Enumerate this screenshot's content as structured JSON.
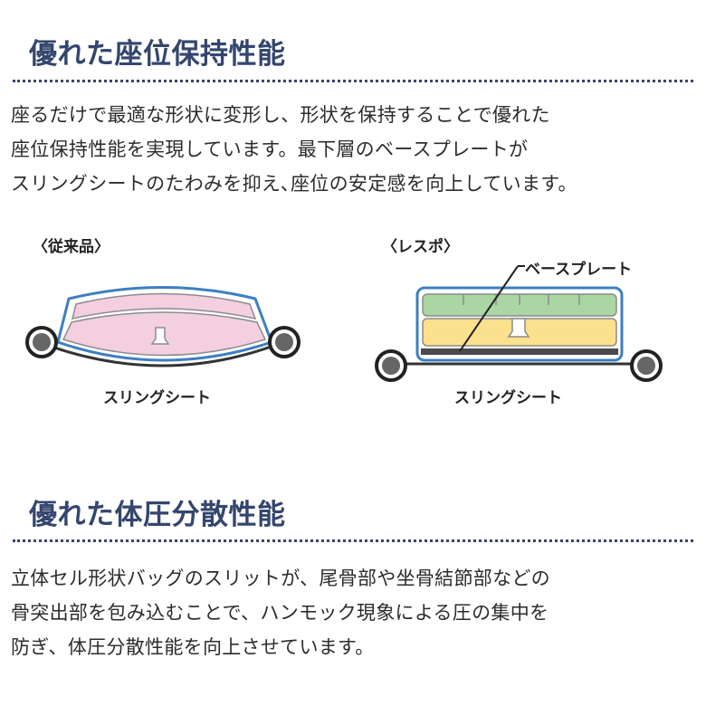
{
  "section1": {
    "heading": "優れた座位保持性能",
    "lines": [
      "座るだけで最適な形状に変形し、形状を保持することで優れた",
      "座位保持性能を実現しています。最下層のベースプレートが",
      "スリングシートのたわみを抑え､座位の安定感を向上しています。"
    ]
  },
  "diagram": {
    "left": {
      "title": "〈従来品〉",
      "caption": "スリングシート"
    },
    "right": {
      "title": "〈レスポ〉",
      "callout": "ベースプレート",
      "caption": "スリングシート"
    },
    "colors": {
      "pink": "#f4cfe0",
      "green": "#a9d6a2",
      "yellow": "#fbe08e",
      "outline": "#3d7fc0",
      "dark": "#333333"
    }
  },
  "section2": {
    "heading": "優れた体圧分散性能",
    "lines": [
      "立体セル形状バッグのスリットが、尾骨部や坐骨結節部などの",
      "骨突出部を包み込むことで、ハンモック現象による圧の集中を",
      "防ぎ、体圧分散性能を向上させています。"
    ]
  }
}
